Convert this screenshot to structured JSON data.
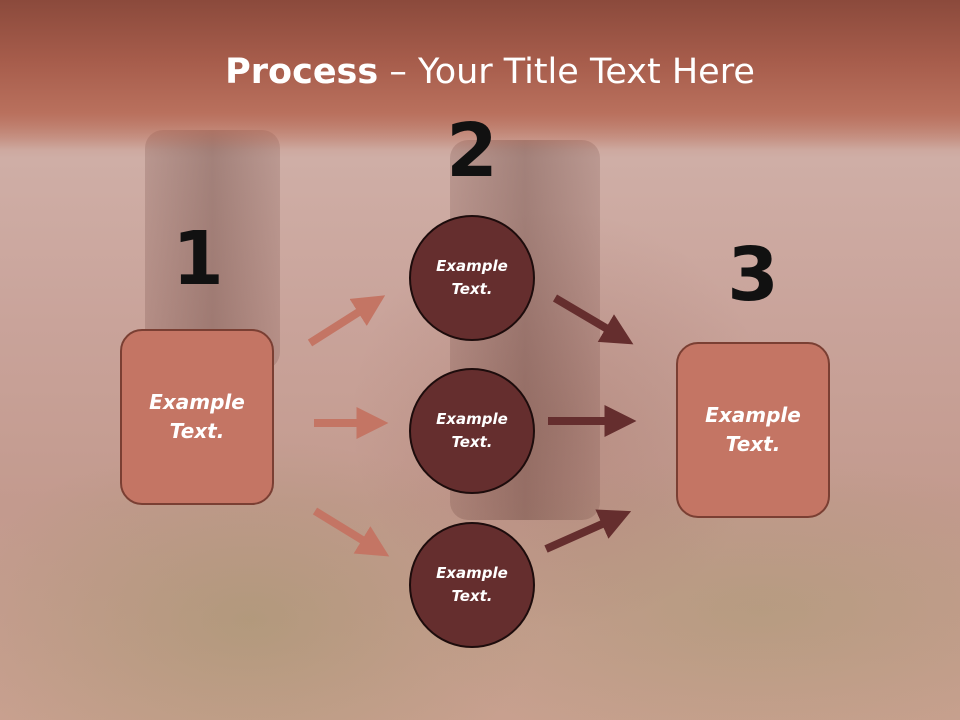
{
  "title": {
    "bold": "Process",
    "rest": " – Your Title Text Here"
  },
  "steps": [
    {
      "number": "1",
      "label": "Example Text."
    },
    {
      "number": "2",
      "items": [
        "Example Text.",
        "Example Text.",
        "Example Text."
      ]
    },
    {
      "number": "3",
      "label": "Example Text."
    }
  ],
  "colors": {
    "box_fill": "#c47564",
    "circle_fill": "#652e2e",
    "arrow_light": "#c47564",
    "arrow_dark": "#652e2e",
    "header": "#a65c4b"
  }
}
